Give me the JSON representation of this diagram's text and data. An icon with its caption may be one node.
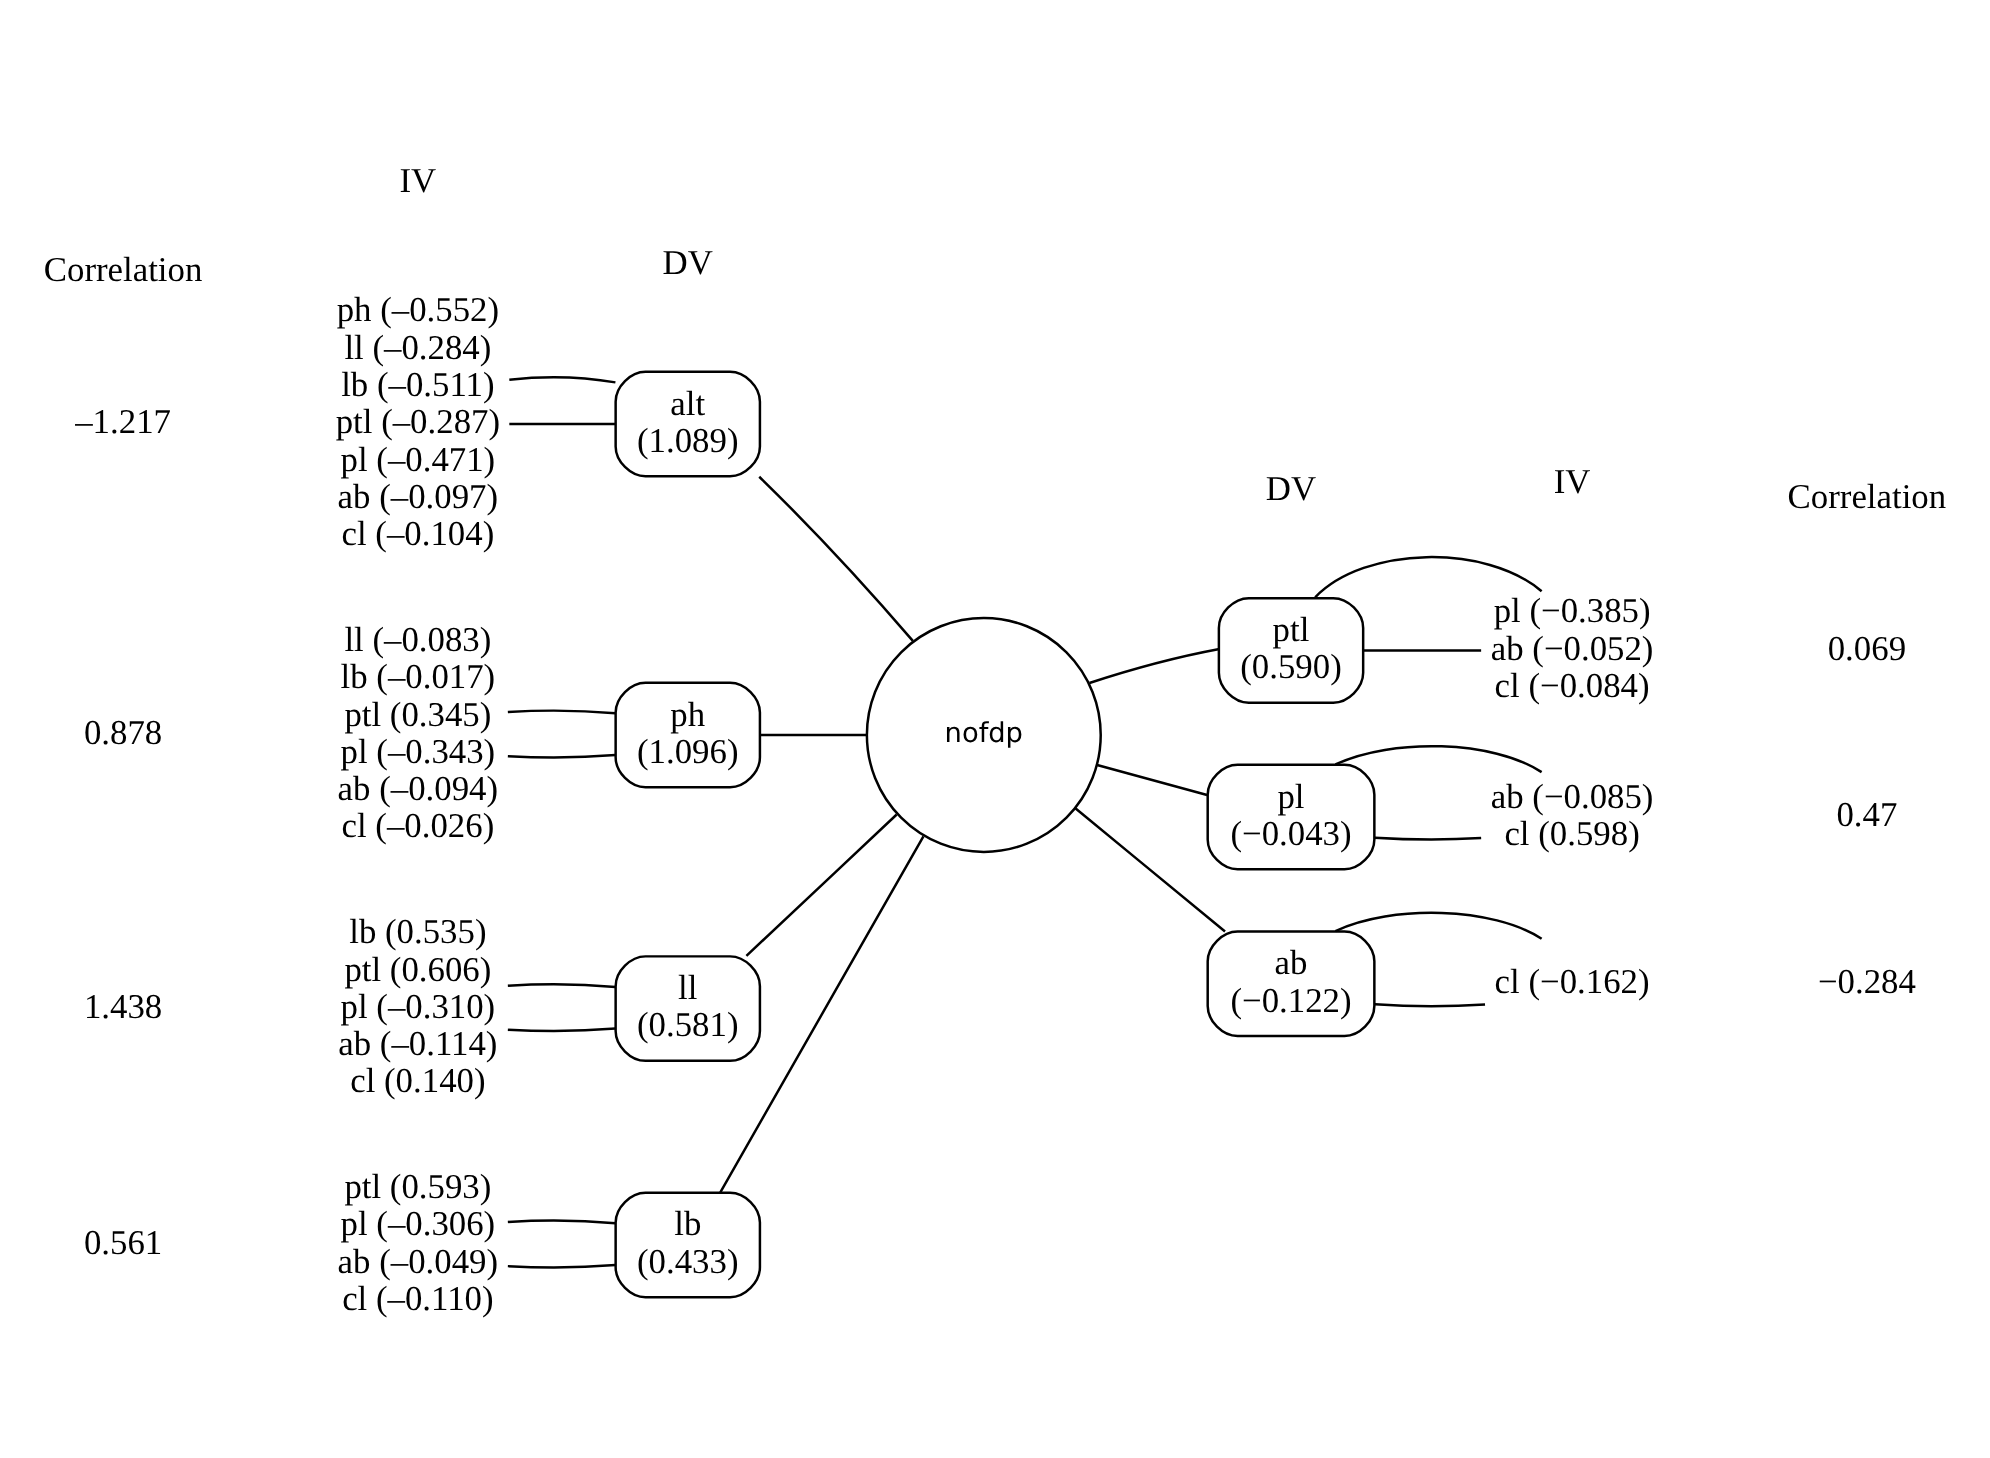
{
  "diagram": {
    "nodes": [
      {
        "text": [
          "ph (–0.552)",
          "ll (–0.284)",
          "lb (–0.511)",
          "ptl (–0.287)",
          "pl (–0.471)",
          "ab (–0.097)",
          "cl (–0.104)"
        ]
      },
      {
        "text": [
          "alt",
          "(1.089)"
        ]
      },
      {
        "text": [
          "ll (–0.083)",
          "lb (–0.017)",
          "ptl (0.345)",
          "pl (–0.343)",
          "ab (–0.094)",
          "cl (–0.026)"
        ]
      },
      {
        "text": [
          "ph",
          "(1.096)"
        ]
      },
      {
        "text": [
          "lb (0.535)",
          "ptl (0.606)",
          "pl (–0.310)",
          "ab (–0.114)",
          "cl (0.140)"
        ]
      },
      {
        "text": [
          "ll",
          "(0.581)"
        ]
      },
      {
        "text": [
          "ptl (0.593)",
          "pl (–0.306)",
          "ab (–0.049)",
          "cl (–0.110)"
        ]
      },
      {
        "text": [
          "lb",
          "(0.433)"
        ]
      },
      {
        "text": [
          "nofdp"
        ]
      },
      {
        "text": [
          "ptl",
          "(0.590)"
        ]
      },
      {
        "text": [
          "pl (−0.385)",
          "ab (−0.052)",
          "cl (−0.084)"
        ]
      },
      {
        "text": [
          "pl",
          "(−0.043)"
        ]
      },
      {
        "text": [
          "ab (−0.085)",
          "cl (0.598)"
        ]
      },
      {
        "text": [
          "ab",
          "(−0.122)"
        ]
      },
      {
        "text": [
          "cl (−0.162)"
        ]
      }
    ],
    "edges": [
      {
        "from": 0,
        "to": 1,
        "arrow": "none"
      },
      {
        "from": 0,
        "to": 1,
        "arrow": "none"
      },
      {
        "from": 1,
        "to": 8,
        "arrow": "none"
      },
      {
        "from": 2,
        "to": 3,
        "arrow": "none"
      },
      {
        "from": 2,
        "to": 3,
        "arrow": "none"
      },
      {
        "from": 3,
        "to": 8,
        "arrow": "none"
      },
      {
        "from": 4,
        "to": 5,
        "arrow": "none"
      },
      {
        "from": 4,
        "to": 5,
        "arrow": "none"
      },
      {
        "from": 5,
        "to": 8,
        "arrow": "none"
      },
      {
        "from": 6,
        "to": 7,
        "arrow": "none"
      },
      {
        "from": 6,
        "to": 7,
        "arrow": "none"
      },
      {
        "from": 7,
        "to": 8,
        "arrow": "none"
      },
      {
        "from": 8,
        "to": 9,
        "arrow": "none"
      },
      {
        "from": 10,
        "to": 9,
        "arrow": "none"
      },
      {
        "from": 10,
        "to": 9,
        "arrow": "none"
      },
      {
        "from": 8,
        "to": 11,
        "arrow": "none"
      },
      {
        "from": 12,
        "to": 11,
        "arrow": "none"
      },
      {
        "from": 12,
        "to": 11,
        "arrow": "none"
      },
      {
        "from": 8,
        "to": 13,
        "arrow": "none"
      },
      {
        "from": 14,
        "to": 13,
        "arrow": "none"
      },
      {
        "from": 14,
        "to": 13,
        "arrow": "none"
      }
    ],
    "labels": [
      "Correlation",
      "IV",
      "DV",
      "DV",
      "IV",
      "Correlation",
      "–1.217",
      "0.069",
      "0.878",
      "0.47",
      "1.438",
      "−0.284",
      "0.561"
    ]
  }
}
